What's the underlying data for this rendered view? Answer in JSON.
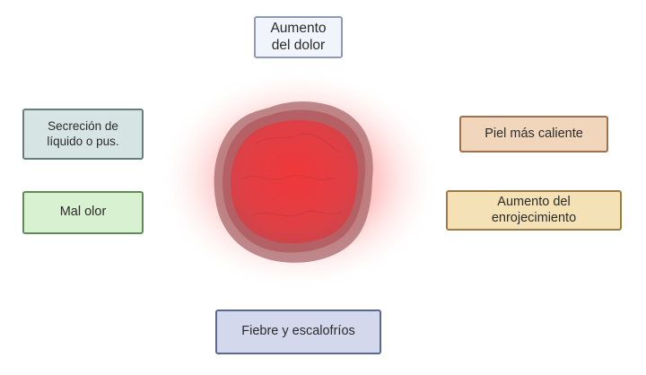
{
  "labels": {
    "pain": "Aumento\ndel dolor",
    "secretion": "Secreción de\nlíquido o pus.",
    "odor": "Mal olor",
    "skin_heat": "Piel más caliente",
    "redness": "Aumento del\nenrojecimiento",
    "fever": "Fiebre y escalofríos"
  },
  "colors": {
    "glow": "#ff9a9a",
    "wound_outer": "#a45a5c",
    "wound_core": "#ee3a3d"
  }
}
